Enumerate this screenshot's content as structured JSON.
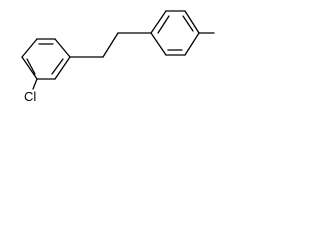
{
  "molecule": {
    "atom_labels": [
      {
        "id": "chlorine",
        "text": "Cl"
      }
    ],
    "substituents": [
      "chloro",
      "methyl"
    ],
    "bond_color": "#000000",
    "background": "#ffffff"
  }
}
